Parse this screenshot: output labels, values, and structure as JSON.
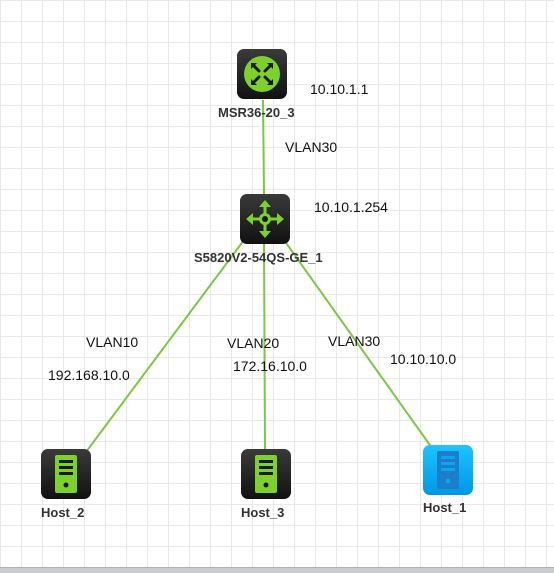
{
  "diagram": {
    "nodes": [
      {
        "id": "router",
        "label": "MSR36-20_3",
        "ip": "10.10.1.1",
        "icon": "router-icon",
        "color": "#7dd12a"
      },
      {
        "id": "switch",
        "label": "S5820V2-54QS-GE_1",
        "ip": "10.10.1.254",
        "icon": "switch-icon",
        "color": "#7dd12a"
      },
      {
        "id": "host2",
        "label": "Host_2",
        "icon": "server-icon",
        "color": "#7dd12a"
      },
      {
        "id": "host3",
        "label": "Host_3",
        "icon": "server-icon",
        "color": "#7dd12a"
      },
      {
        "id": "host1",
        "label": "Host_1",
        "icon": "server-icon",
        "color": "#0aa6ef"
      }
    ],
    "links": [
      {
        "from": "router",
        "to": "switch",
        "vlan": "VLAN30"
      },
      {
        "from": "switch",
        "to": "host2",
        "vlan": "VLAN10",
        "subnet": "192.168.10.0"
      },
      {
        "from": "switch",
        "to": "host3",
        "vlan": "VLAN20",
        "subnet": "172.16.10.0"
      },
      {
        "from": "switch",
        "to": "host1",
        "vlan": "VLAN30",
        "subnet": "10.10.10.0"
      }
    ],
    "link_color": "#7cc843"
  }
}
